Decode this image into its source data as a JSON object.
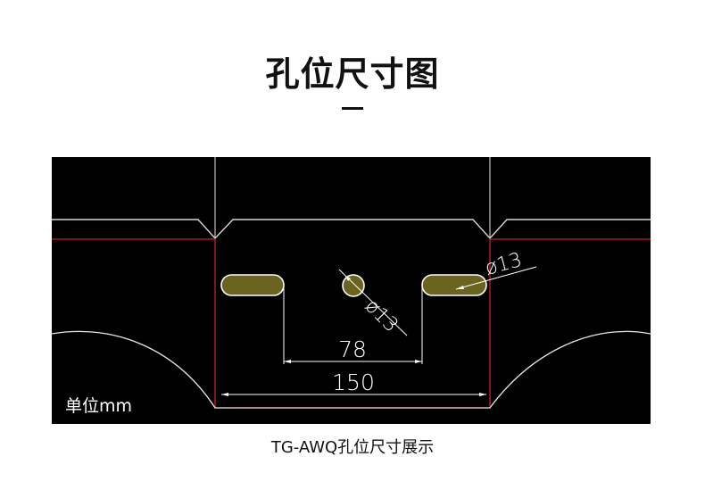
{
  "header": {
    "title": "孔位尺寸图"
  },
  "drawing": {
    "unit_label": "单位mm",
    "dims": {
      "hole_spacing": "78",
      "overall_width": "150",
      "center_hole_dia": "ø13",
      "slot_dia": "ø13"
    },
    "colors": {
      "background": "#000000",
      "outline": "#ffffff",
      "profile": "#c81e2a",
      "hole_fill": "#6b6420",
      "dimension": "#ffffff"
    }
  },
  "footer": {
    "caption": "TG-AWQ孔位尺寸展示"
  }
}
